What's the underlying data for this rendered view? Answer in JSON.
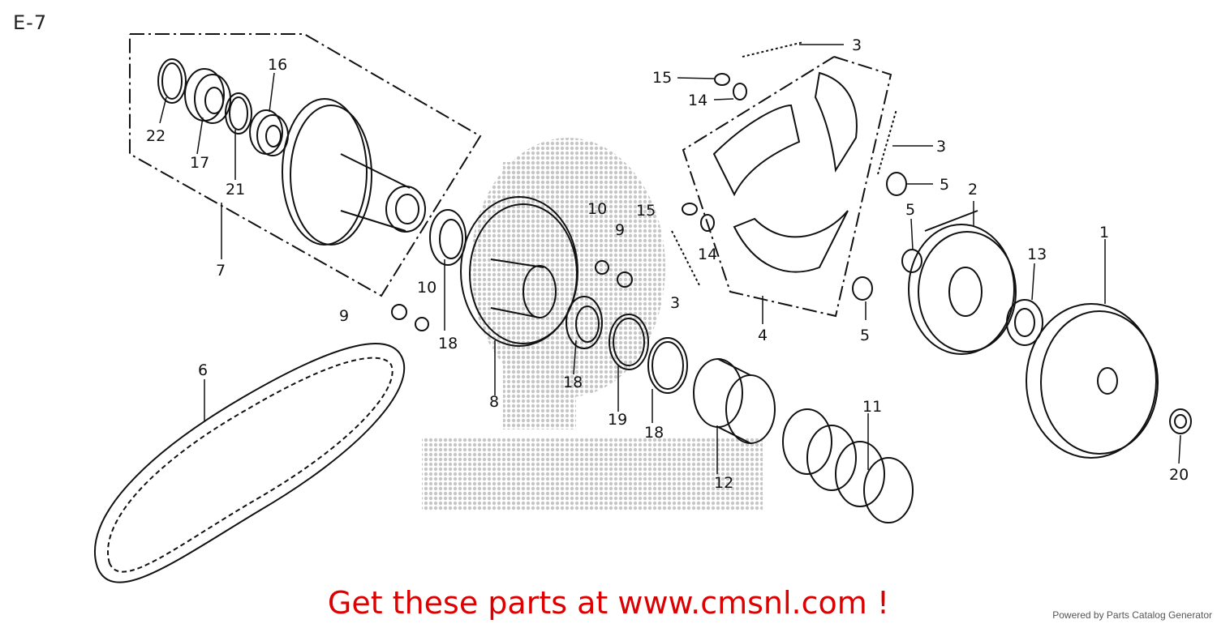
{
  "diagram": {
    "page_code": "E-7",
    "part_numbers": [
      "1",
      "2",
      "3",
      "4",
      "5",
      "6",
      "7",
      "8",
      "9",
      "10",
      "11",
      "12",
      "13",
      "14",
      "15",
      "16",
      "17",
      "18",
      "19",
      "20",
      "21",
      "22"
    ]
  },
  "footer": {
    "promo_text": "Get these parts at www.cmsnl.com !",
    "powered_by": "Powered by Parts Catalog Generator"
  },
  "colors": {
    "line": "#111111",
    "promo": "#dd0000",
    "watermark": "#bdbdbd"
  }
}
